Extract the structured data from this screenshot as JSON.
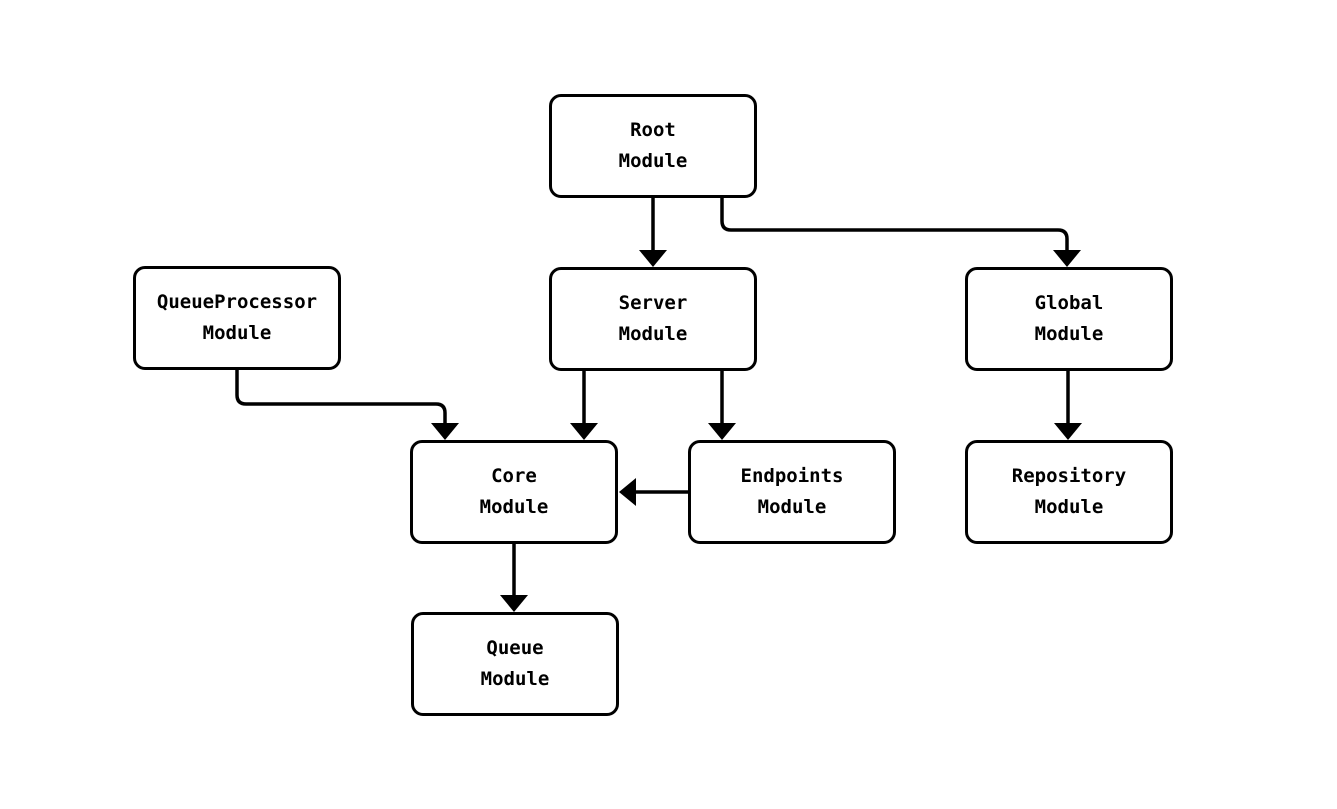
{
  "diagram": {
    "type": "flowchart",
    "colors": {
      "background": "#ffffff",
      "node_fill": "#ffffff",
      "node_border": "#000000",
      "edge_stroke": "#000000",
      "text": "#000000"
    },
    "nodes": [
      {
        "id": "root",
        "line1": "Root",
        "line2": "Module"
      },
      {
        "id": "queueprocessor",
        "line1": "QueueProcessor",
        "line2": "Module"
      },
      {
        "id": "server",
        "line1": "Server",
        "line2": "Module"
      },
      {
        "id": "global",
        "line1": "Global",
        "line2": "Module"
      },
      {
        "id": "core",
        "line1": "Core",
        "line2": "Module"
      },
      {
        "id": "endpoints",
        "line1": "Endpoints",
        "line2": "Module"
      },
      {
        "id": "repository",
        "line1": "Repository",
        "line2": "Module"
      },
      {
        "id": "queue",
        "line1": "Queue",
        "line2": "Module"
      }
    ],
    "edges": [
      {
        "from": "Root Module",
        "to": "Server Module"
      },
      {
        "from": "Root Module",
        "to": "Global Module"
      },
      {
        "from": "QueueProcessor Module",
        "to": "Core Module"
      },
      {
        "from": "Server Module",
        "to": "Core Module"
      },
      {
        "from": "Server Module",
        "to": "Endpoints Module"
      },
      {
        "from": "Endpoints Module",
        "to": "Core Module"
      },
      {
        "from": "Global Module",
        "to": "Repository Module"
      },
      {
        "from": "Core Module",
        "to": "Queue Module"
      }
    ]
  }
}
